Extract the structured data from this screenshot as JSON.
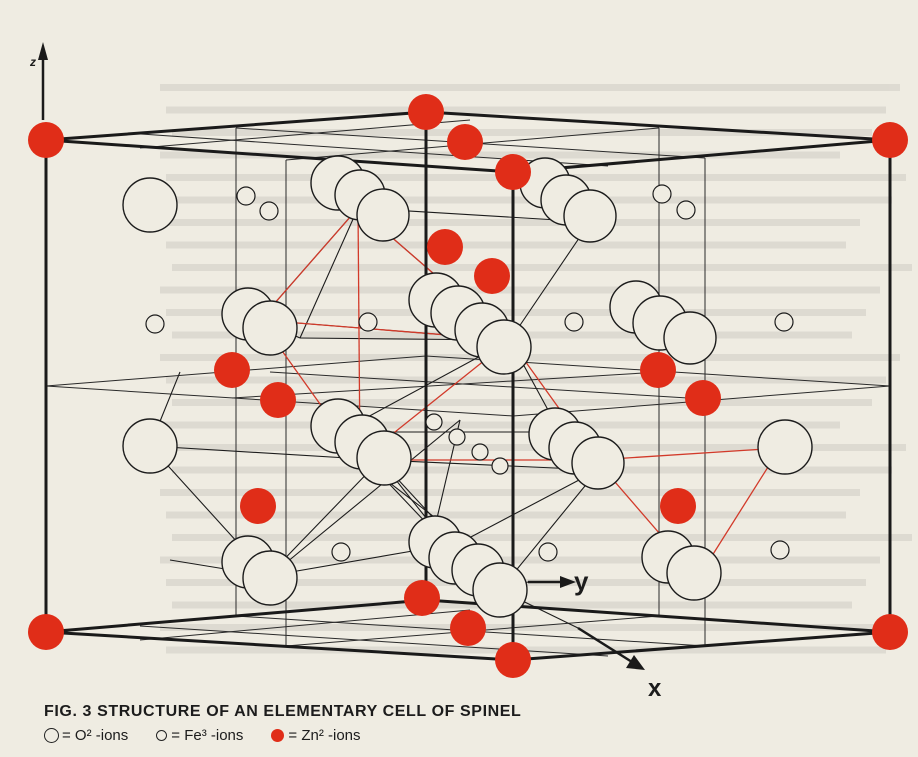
{
  "figure": {
    "caption": "FIG. 3  STRUCTURE OF AN ELEMENTARY CELL OF SPINEL",
    "legend": [
      {
        "symbol": "large-open-circle-icon",
        "label": "= O² -ions"
      },
      {
        "symbol": "small-open-circle-icon",
        "label": "= Fe³ -ions"
      },
      {
        "symbol": "red-filled-circle-icon",
        "label": "= Zn² -ions"
      }
    ],
    "axes": {
      "x": "x",
      "y": "y",
      "z": "z"
    }
  },
  "colors": {
    "background": "#efece2",
    "zn_ion": "#e02d18",
    "red_lines": "#d23a2a",
    "lines": "#1c1c1c"
  }
}
